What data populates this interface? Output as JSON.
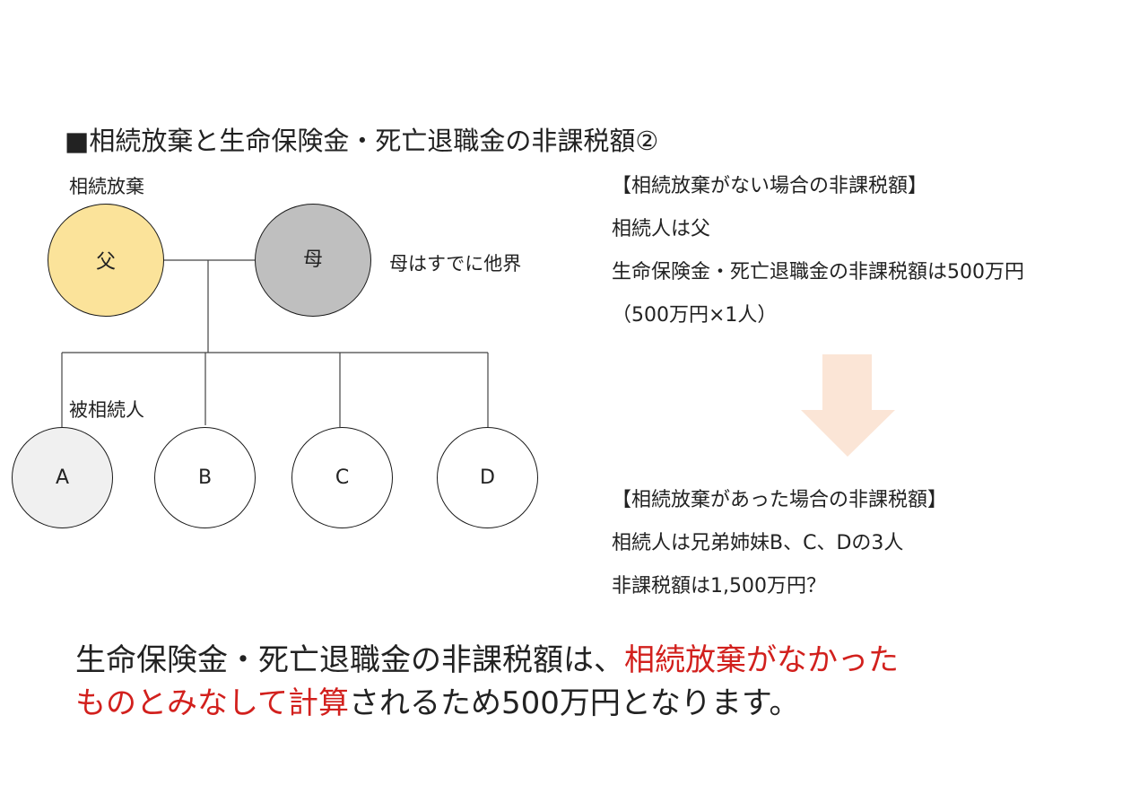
{
  "title": "■相続放棄と生命保険金・死亡退職金の非課税額②",
  "family": {
    "renounce_label": "相続放棄",
    "father": "父",
    "mother": "母",
    "mother_note": "母はすでに他界",
    "deceased_label": "被相続人",
    "children": [
      "A",
      "B",
      "C",
      "D"
    ]
  },
  "without_renounce": {
    "heading": "【相続放棄がない場合の非課税額】",
    "line1": "相続人は父",
    "line2": "生命保険金・死亡退職金の非課税額は500万円",
    "line3": "（500万円×1人）"
  },
  "with_renounce": {
    "heading": "【相続放棄があった場合の非課税額】",
    "line1": "相続人は兄弟姉妹B、C、Dの3人",
    "line2": "非課税額は1,500万円？"
  },
  "conclusion": {
    "part1": "生命保険金・死亡退職金の非課税額は、",
    "part2_red": "相続放棄がなかった",
    "part3_red": "ものとみなして計算",
    "part4": "されるため500万円となります。"
  },
  "colors": {
    "father_fill": "#fbe39a",
    "mother_fill": "#bfbfbf",
    "deceased_fill": "#f0f0f0",
    "arrow_fill": "#fbe5d6",
    "highlight_red": "#d2201d"
  },
  "icons": {
    "arrow": "down-arrow-icon"
  }
}
